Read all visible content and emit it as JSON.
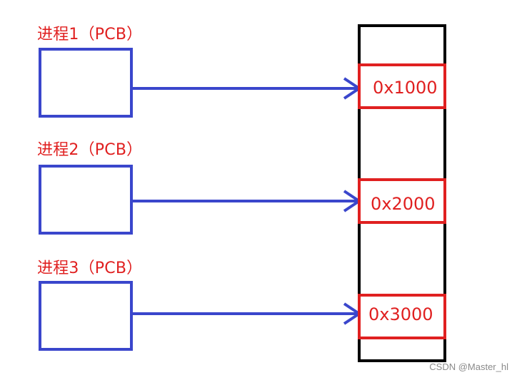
{
  "processes": [
    {
      "label": "进程1（PCB）",
      "address": "0x1000"
    },
    {
      "label": "进程2（PCB）",
      "address": "0x2000"
    },
    {
      "label": "进程3（PCB）",
      "address": "0x3000"
    }
  ],
  "watermark": "CSDN @Master_hl",
  "colors": {
    "process_box": "#3a46cc",
    "arrow": "#3a46cc",
    "address_box": "#e02020",
    "memory_border": "#000000",
    "text": "#e02020"
  }
}
